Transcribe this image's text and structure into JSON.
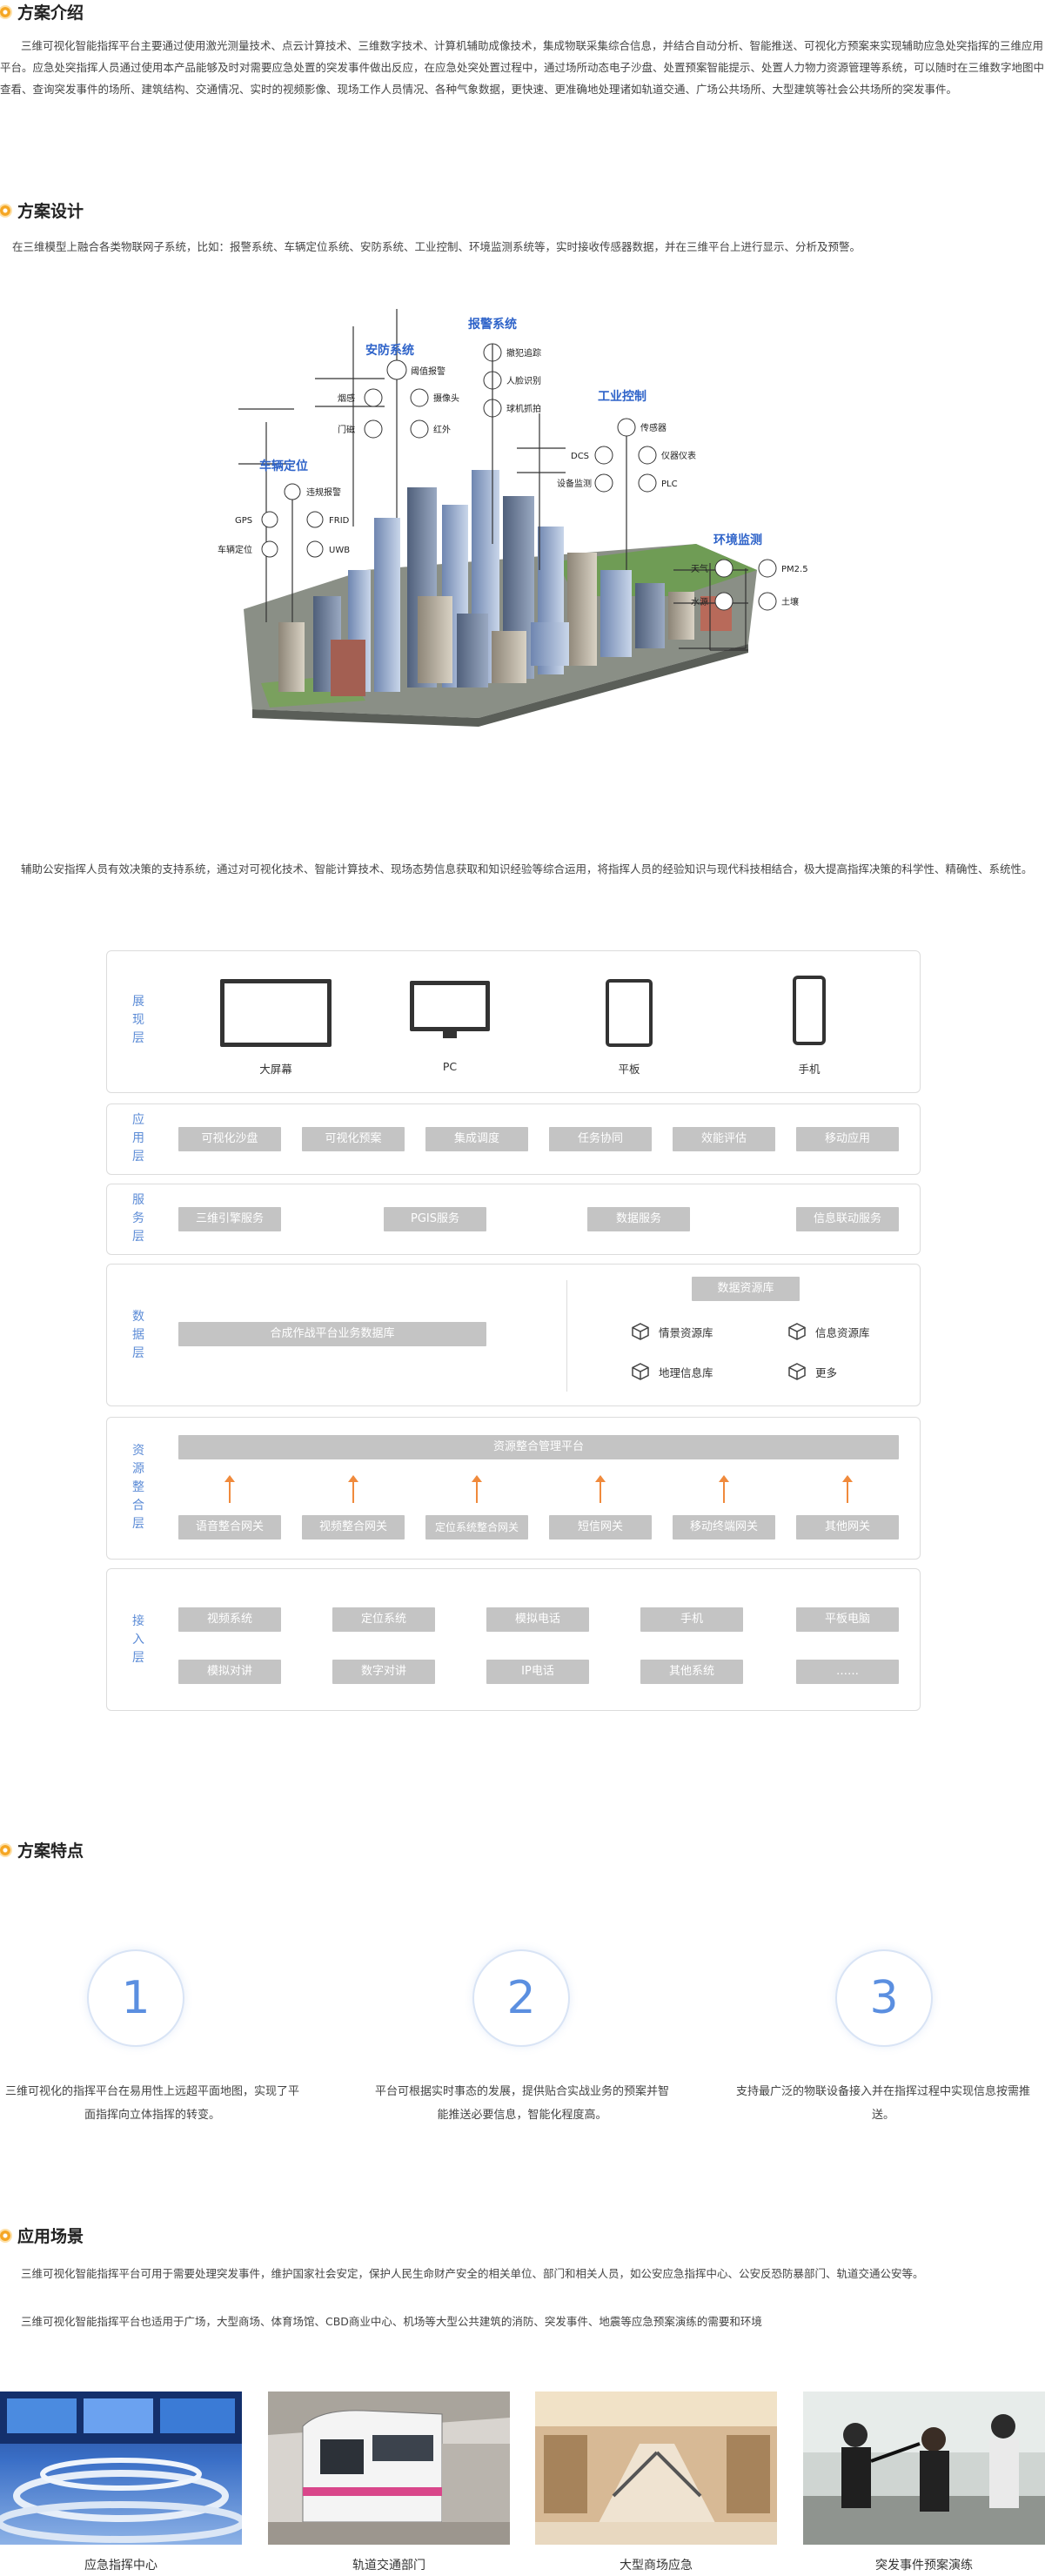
{
  "sections": {
    "intro": {
      "title": "方案介绍",
      "text": "三维可视化智能指挥平台主要通过使用激光测量技术、点云计算技术、三维数字技术、计算机辅助成像技术，集成物联采集综合信息，并结合自动分析、智能推送、可视化方预案来实现辅助应急处突指挥的三维应用平台。应急处突指挥人员通过使用本产品能够及时对需要应急处置的突发事件做出反应，在应急处突处置过程中，通过场所动态电子沙盘、处置预案智能提示、处置人力物力资源管理等系统，可以随时在三维数字地图中查看、查询突发事件的场所、建筑结构、交通情况、实时的视频影像、现场工作人员情况、各种气象数据，更快速、更准确地处理诸如轨道交通、广场公共场所、大型建筑等社会公共场所的突发事件。"
    },
    "design": {
      "title": "方案设计",
      "text": "在三维模型上融合各类物联网子系统，比如：报警系统、车辆定位系统、安防系统、工业控制、环境监测系统等，实时接收传感器数据，并在三维平台上进行显示、分析及预警。",
      "text2": "辅助公安指挥人员有效决策的支持系统，通过对可视化技术、智能计算技术、现场态势信息获取和知识经验等综合运用，将指挥人员的经验知识与现代科技相结合，极大提高指挥决策的科学性、精确性、系统性。"
    },
    "features": {
      "title": "方案特点",
      "items": [
        {
          "num": "1",
          "text": "三维可视化的指挥平台在易用性上远超平面地图，实现了平面指挥向立体指挥的转变。"
        },
        {
          "num": "2",
          "text": "平台可根据实时事态的发展，提供贴合实战业务的预案并智能推送必要信息，智能化程度高。"
        },
        {
          "num": "3",
          "text": "支持最广泛的物联设备接入并在指挥过程中实现信息按需推送。"
        }
      ]
    },
    "scenes": {
      "title": "应用场景",
      "text1": "三维可视化智能指挥平台可用于需要处理突发事件，维护国家社会安定，保护人民生命财产安全的相关单位、部门和相关人员，如公安应急指挥中心、公安反恐防暴部门、轨道交通公安等。",
      "text2": "三维可视化智能指挥平台也适用于广场，大型商场、体育场馆、CBD商业中心、机场等大型公共建筑的消防、突发事件、地震等应急预案演练的需要和环境",
      "items": [
        "应急指挥中心",
        "轨道交通部门",
        "大型商场应急",
        "突发事件预案演练"
      ]
    }
  },
  "hero": {
    "groups": {
      "alarm": {
        "title": "报警系统",
        "items": [
          "撤犯追踪",
          "人脸识别",
          "球机抓拍"
        ]
      },
      "security": {
        "title": "安防系统",
        "items": [
          "阈值报警",
          "烟感",
          "摄像头",
          "门磁",
          "红外"
        ]
      },
      "industrial": {
        "title": "工业控制",
        "items": [
          "传感器",
          "DCS",
          "仪器仪表",
          "设备监测",
          "PLC"
        ]
      },
      "vehicle": {
        "title": "车辆定位",
        "items": [
          "违规报警",
          "GPS",
          "FRID",
          "车辆定位",
          "UWB"
        ]
      },
      "environment": {
        "title": "环境监测",
        "items": [
          "天气",
          "PM2.5",
          "水源",
          "土壤"
        ]
      }
    }
  },
  "arch": {
    "present": {
      "label": "展现层",
      "devices": [
        "大屏幕",
        "PC",
        "平板",
        "手机"
      ]
    },
    "app": {
      "label": "应用层",
      "items": [
        "可视化沙盘",
        "可视化预案",
        "集成调度",
        "任务协同",
        "效能评估",
        "移动应用"
      ]
    },
    "service": {
      "label": "服务层",
      "items": [
        "三维引擎服务",
        "PGIS服务",
        "数据服务",
        "信息联动服务"
      ]
    },
    "data": {
      "label": "数据层",
      "main": "合成作战平台业务数据库",
      "res_title": "数据资源库",
      "res_items": [
        "情景资源库",
        "信息资源库",
        "地理信息库",
        "更多"
      ]
    },
    "integration": {
      "label": "资源整合层",
      "platform": "资源整合管理平台",
      "items": [
        "语音整合网关",
        "视频整合网关",
        "定位系统整合网关",
        "短信网关",
        "移动终端网关",
        "其他网关"
      ]
    },
    "access": {
      "label": "接入层",
      "row1": [
        "视频系统",
        "定位系统",
        "模拟电话",
        "手机",
        "平板电脑"
      ],
      "row2": [
        "模拟对讲",
        "数字对讲",
        "IP电话",
        "其他系统",
        "……"
      ]
    }
  },
  "colors": {
    "accent": "#5b8bd6",
    "orange": "#f5a623",
    "chip": "#c4c4c4",
    "hero_title": "#2e63c9"
  }
}
